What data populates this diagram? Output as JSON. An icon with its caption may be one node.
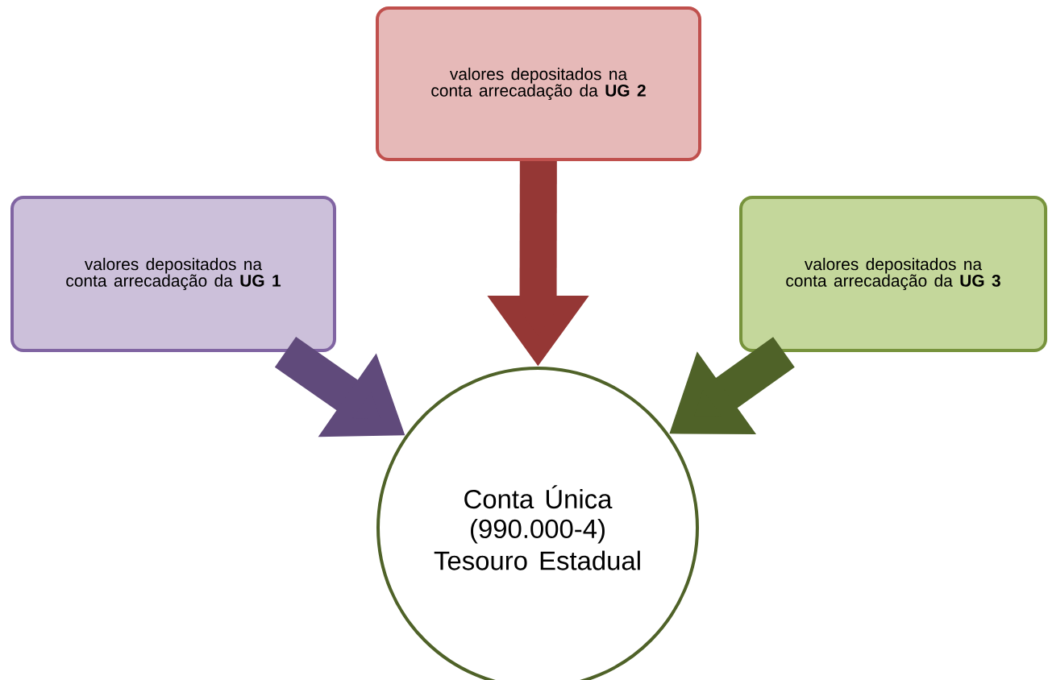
{
  "diagram": {
    "nodes": [
      {
        "text": [
          "valores depositados na  conta arrecadação da **UG 1**"
        ]
      },
      {
        "text": [
          "valores depositados na  conta arrecadação da **UG 2**"
        ]
      },
      {
        "text": [
          "valores depositados na  conta arrecadação da **UG 3**"
        ]
      },
      {
        "text": [
          "Conta Única (990.000-4)",
          "Tesouro Estadual"
        ]
      }
    ],
    "edges": [
      {
        "from": 0,
        "to": 3,
        "arrow": "to",
        "color": "#604a7b"
      },
      {
        "from": 1,
        "to": 3,
        "arrow": "to",
        "color": "#953735"
      },
      {
        "from": 2,
        "to": 3,
        "arrow": "to",
        "color": "#4f6228"
      }
    ]
  }
}
